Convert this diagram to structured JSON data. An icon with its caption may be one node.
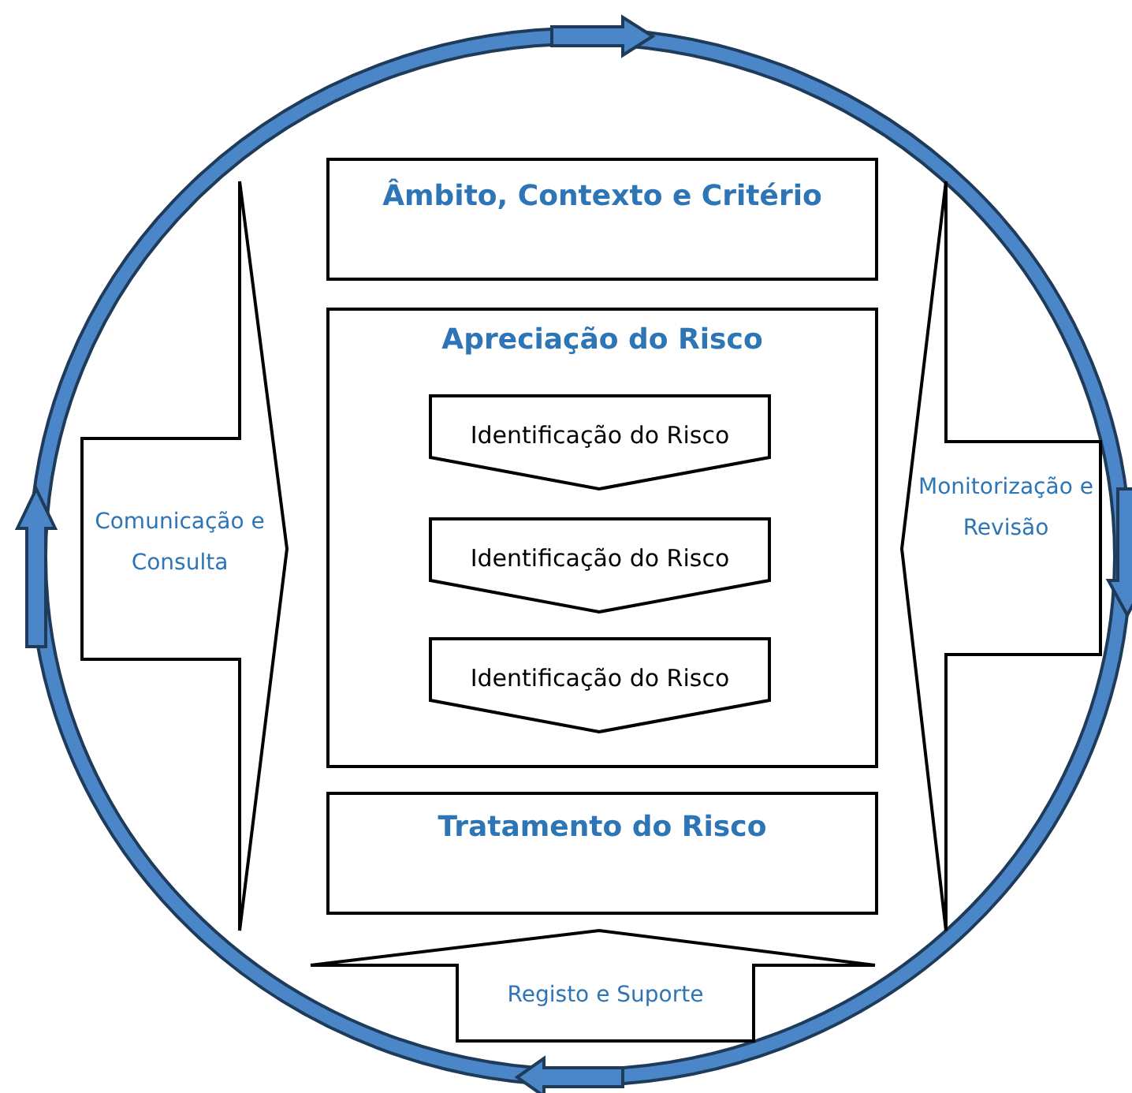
{
  "diagram": {
    "nodes": [
      {
        "text": [
          "Âmbito, Contexto e Critério"
        ]
      },
      {
        "text": [
          "Apreciação do Risco"
        ]
      },
      {
        "text": [
          "Identificação do Risco"
        ],
        "in": 1
      },
      {
        "text": [
          "Identificação do Risco"
        ],
        "in": 1
      },
      {
        "text": [
          "Identificação do Risco"
        ],
        "in": 1
      },
      {
        "text": [
          "Tratamento do Risco"
        ]
      },
      {
        "text": [
          "Comunicação e Consulta"
        ]
      },
      {
        "text": [
          "Monitorização e Revisão"
        ]
      },
      {
        "text": [
          "Registo e Suporte"
        ]
      }
    ]
  }
}
